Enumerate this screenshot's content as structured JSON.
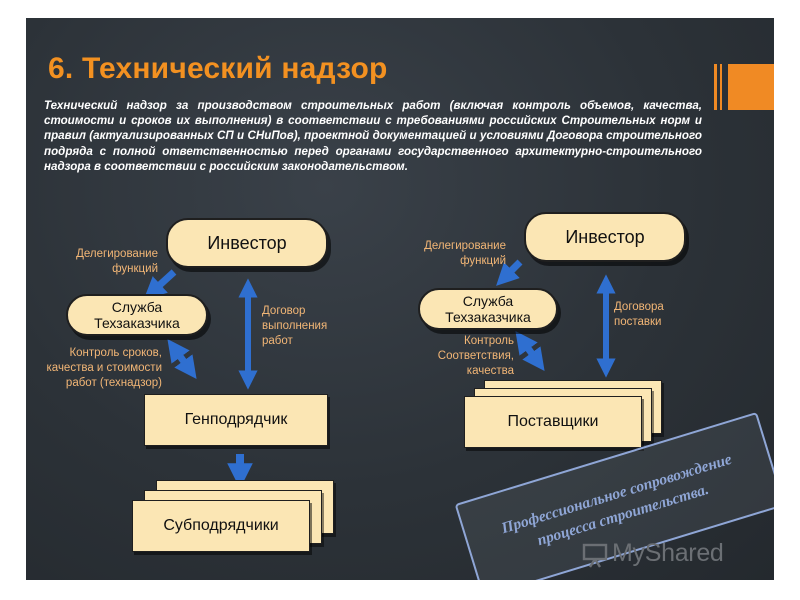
{
  "title": "6. Технический надзор",
  "intro": "Технический надзор за производством строительных работ (включая контроль объемов, качества, стоимости и сроков их выполнения) в соответствии с требованиями российских Строительных норм и правил (актуализированных СП и СНиПов), проектной документацией и условиями Договора строительного подряда с полной ответственностью перед органами государственного архитектурно-строительного надзора в соответствии с российским законодательством.",
  "left": {
    "investor": "Инвестор",
    "delegation": [
      "Делегирование",
      "функций"
    ],
    "service": [
      "Служба",
      "Техзаказчика"
    ],
    "contract": [
      "Договор",
      "выполнения",
      "работ"
    ],
    "control": [
      "Контроль сроков,",
      "качества и стоимости",
      "работ (технадзор)"
    ],
    "general_contractor": "Генподрядчик",
    "subcontractors": "Субподрядчики"
  },
  "right": {
    "investor": "Инвестор",
    "delegation": [
      "Делегирование",
      "функций"
    ],
    "service": [
      "Служба",
      "Техзаказчика"
    ],
    "contract": [
      "Договора",
      "поставки"
    ],
    "control": [
      "Контроль",
      "Соответствия,",
      "качества"
    ],
    "suppliers": "Поставщики"
  },
  "stamp": [
    "Профессиональное сопровождение",
    "процесса строительства."
  ],
  "watermark": "MyShared",
  "colors": {
    "background": "#2c3238",
    "title": "#f39121",
    "accent": "#f08a24",
    "box_fill": "#fbe6b4",
    "arrow": "#2f6fd0",
    "label": "#f2b676",
    "stamp": "#8fa6d6"
  }
}
